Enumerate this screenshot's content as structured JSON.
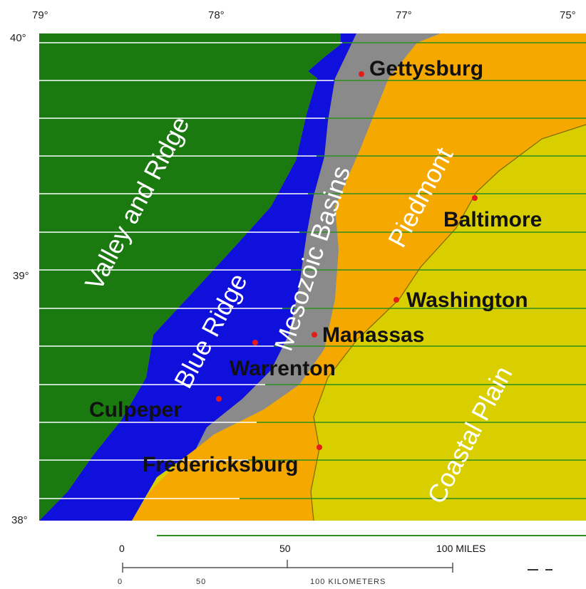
{
  "colors": {
    "valley_and_ridge": "#1a7a10",
    "blue_ridge": "#1010dd",
    "mesozoic_basins": "#8a8a8a",
    "piedmont": "#f5a800",
    "coastal_plain": "#d9cf00",
    "city_dot": "#e41b1b"
  },
  "longitude_labels": [
    "79°",
    "78°",
    "77°",
    "75°"
  ],
  "latitude_labels": [
    "40°",
    "39°",
    "38°"
  ],
  "regions": {
    "valley_and_ridge": "Valley and Ridge",
    "blue_ridge": "Blue Ridge",
    "mesozoic_basins": "Mesozoic Basins",
    "piedmont": "Piedmont",
    "coastal_plain": "Coastal Plain"
  },
  "cities": [
    {
      "id": "gettysburg",
      "name": "Gettysburg"
    },
    {
      "id": "baltimore",
      "name": "Baltimore"
    },
    {
      "id": "washington",
      "name": "Washington"
    },
    {
      "id": "manassas",
      "name": "Manassas"
    },
    {
      "id": "warrenton",
      "name": "Warrenton"
    },
    {
      "id": "culpeper",
      "name": "Culpeper"
    },
    {
      "id": "fredericksburg",
      "name": "Fredericksburg"
    }
  ],
  "scale": {
    "miles_ticks": [
      "0",
      "50",
      "100 MILES"
    ],
    "km_ticks": [
      "0",
      "50",
      "100 KILOMETERS"
    ]
  }
}
